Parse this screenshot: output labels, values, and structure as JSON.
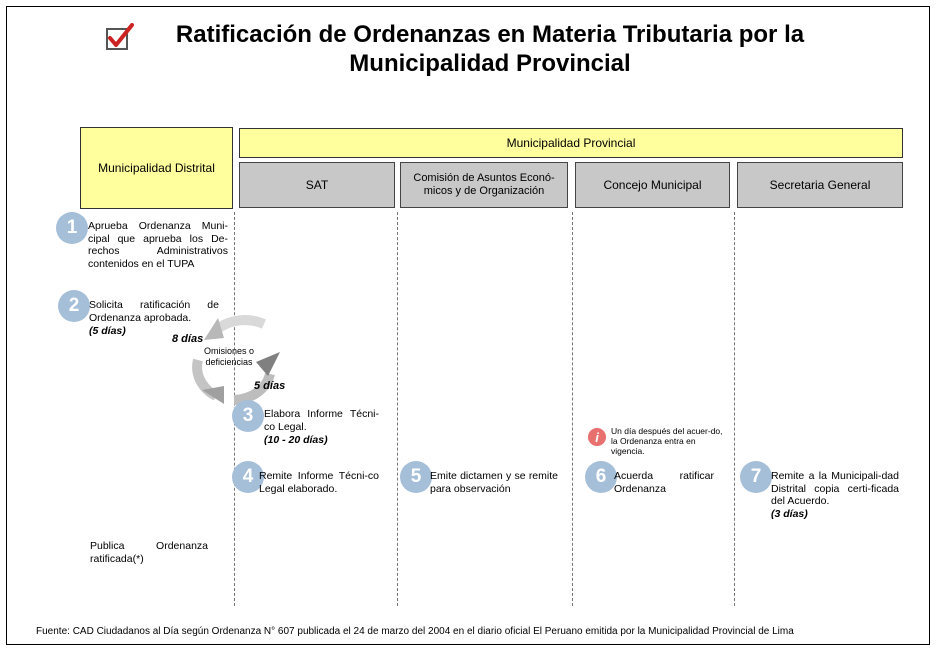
{
  "title": "Ratificación de Ordenanzas en Materia Tributaria por la Municipalidad Provincial",
  "columns": {
    "distrital": "Municipalidad Distrital",
    "provincial": "Municipalidad Provincial",
    "sat": "SAT",
    "comision": "Comisión de Asuntos Econó-micos y de Organización",
    "concejo": "Concejo Municipal",
    "secretaria": "Secretaria General"
  },
  "steps": [
    {
      "num": "1",
      "text": "Aprueba Ordenanza Muni-cipal que aprueba los De-rechos Administrativos contenidos en el TUPA",
      "duration": ""
    },
    {
      "num": "2",
      "text": "Solicita ratificación de Ordenanza aprobada.",
      "duration": "(5 días)"
    },
    {
      "num": "3",
      "text": "Elabora Informe Técni-co Legal.",
      "duration": "(10 - 20 días)"
    },
    {
      "num": "4",
      "text": "Remite Informe Técni-co Legal elaborado.",
      "duration": ""
    },
    {
      "num": "5",
      "text": "Emite dictamen y se remite para observación",
      "duration": ""
    },
    {
      "num": "6",
      "text": "Acuerda ratificar Ordenanza",
      "duration": ""
    },
    {
      "num": "7",
      "text": "Remite a la Municipali-dad Distrital copia certi-ficada del Acuerdo.",
      "duration": "(3 días)"
    }
  ],
  "cycle": {
    "label": "Omisiones o deficiencias",
    "left_duration": "8 días",
    "right_duration": "5 días"
  },
  "info": {
    "icon_glyph": "i",
    "text": "Un día después del acuer-do, la Ordenanza entra en vigencia."
  },
  "publica": "Publica Ordenanza ratificada(*)",
  "footer": "Fuente: CAD Ciudadanos al Día según Ordenanza N° 607 publicada el 24 de marzo del 2004 en el diario oficial El Peruano emitida por la Municipalidad Provincial de Lima",
  "colors": {
    "yellow_header": "#ffff9e",
    "gray_header": "#c8c8c8",
    "step_circle": "#a6bfd9",
    "info_icon": "#e8706e",
    "check_red": "#cc2222"
  }
}
